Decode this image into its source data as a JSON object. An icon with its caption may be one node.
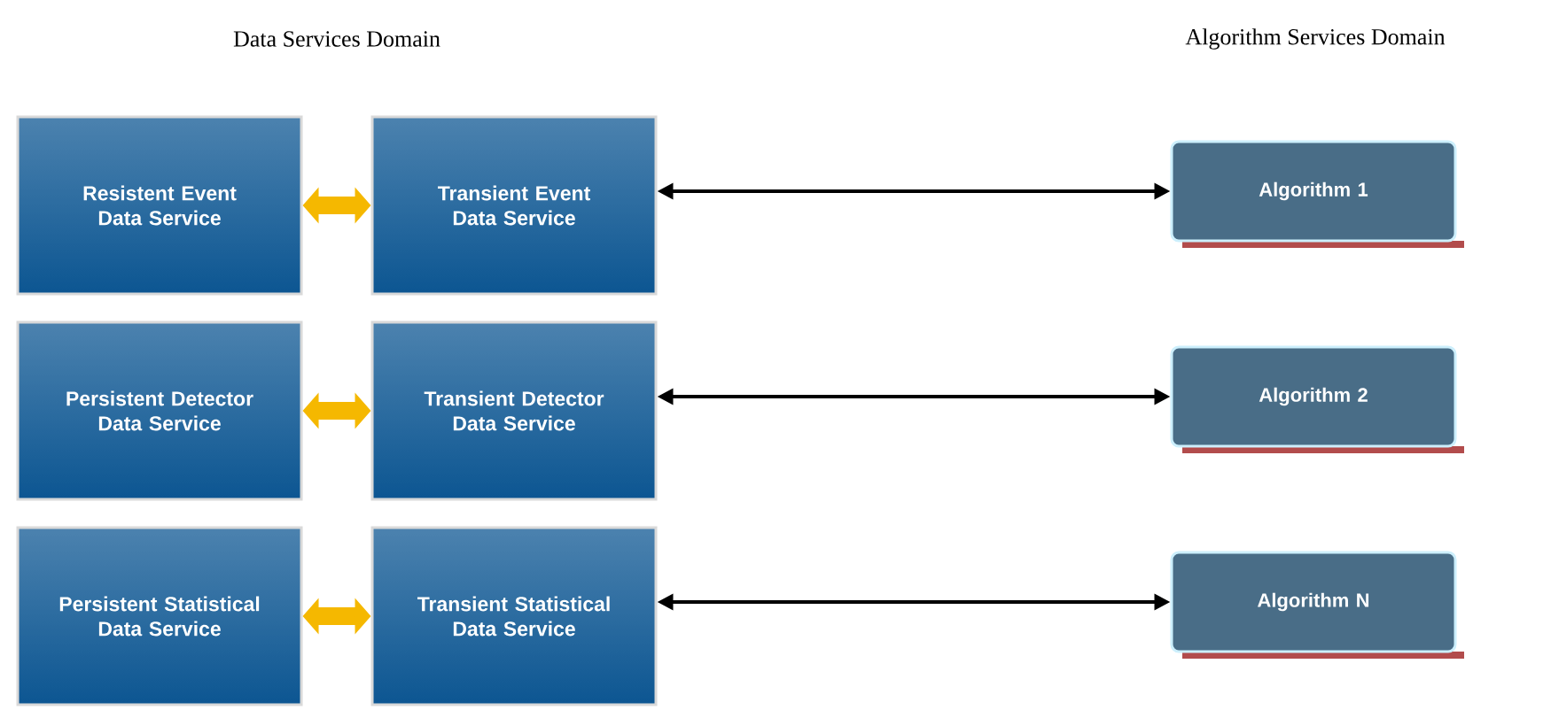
{
  "diagram": {
    "nodes": [
      {
        "text": [
          "Resistent Event Data Service"
        ]
      },
      {
        "text": [
          "Transient Event Data Service"
        ]
      },
      {
        "text": [
          "Algorithm 1"
        ]
      },
      {
        "text": [
          "Persistent Detector Data Service"
        ]
      },
      {
        "text": [
          "Transient Detector Data Service"
        ]
      },
      {
        "text": [
          "Algorithm 2"
        ]
      },
      {
        "text": [
          "Persistent Statistical Data Service"
        ]
      },
      {
        "text": [
          "Transient Statistical Data Service"
        ]
      },
      {
        "text": [
          "Algorithm N"
        ]
      }
    ],
    "edges": [
      {
        "from": 0,
        "to": 1,
        "arrow": "both",
        "style": "thick",
        "color": "#f5b800"
      },
      {
        "from": 1,
        "to": 2,
        "arrow": "both",
        "color": "#000000"
      },
      {
        "from": 3,
        "to": 4,
        "arrow": "both",
        "style": "thick",
        "color": "#f5b800"
      },
      {
        "from": 4,
        "to": 5,
        "arrow": "both",
        "color": "#000000"
      },
      {
        "from": 6,
        "to": 7,
        "arrow": "both",
        "style": "thick",
        "color": "#f5b800"
      },
      {
        "from": 7,
        "to": 8,
        "arrow": "both",
        "color": "#000000"
      }
    ],
    "labels": [
      "Data Services Domain",
      "Algorithm Services Domain"
    ]
  }
}
